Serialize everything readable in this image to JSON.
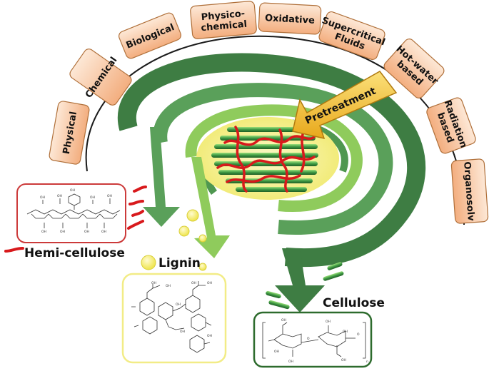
{
  "pretreatments": [
    {
      "lines": [
        "Physical"
      ]
    },
    {
      "lines": [
        "Chemical"
      ]
    },
    {
      "lines": [
        "Biological"
      ]
    },
    {
      "lines": [
        "Physico-",
        "chemical"
      ]
    },
    {
      "lines": [
        "Oxidative"
      ]
    },
    {
      "lines": [
        "Supercritical",
        "Fluids"
      ]
    },
    {
      "lines": [
        "Hot-water",
        "based"
      ]
    },
    {
      "lines": [
        "Radiation",
        "based"
      ]
    },
    {
      "lines": [
        "Organosolv"
      ]
    }
  ],
  "arrow_label": "Pretreatment",
  "components": {
    "hemicellulose": "Hemi-cellulose",
    "lignin": "Lignin",
    "cellulose": "Cellulose"
  },
  "structure_text": {
    "cellulose_n": "n",
    "oh": "OH",
    "o": "O"
  },
  "colors": {
    "box_fill_top": "#fde6d4",
    "box_fill_bottom": "#f4b386",
    "box_stroke": "#b0703a",
    "dark_green": "#3e7d43",
    "mid_green": "#5aa05a",
    "light_green": "#8fcb5c",
    "core_yellow": "#f7f39a",
    "fiber_red": "#d8191c",
    "hemi_frame": "#cc3a3a",
    "lignin_frame": "#f2ec86",
    "cellulose_frame": "#2d6b2d",
    "arrow_fill": "#f3c21a"
  }
}
